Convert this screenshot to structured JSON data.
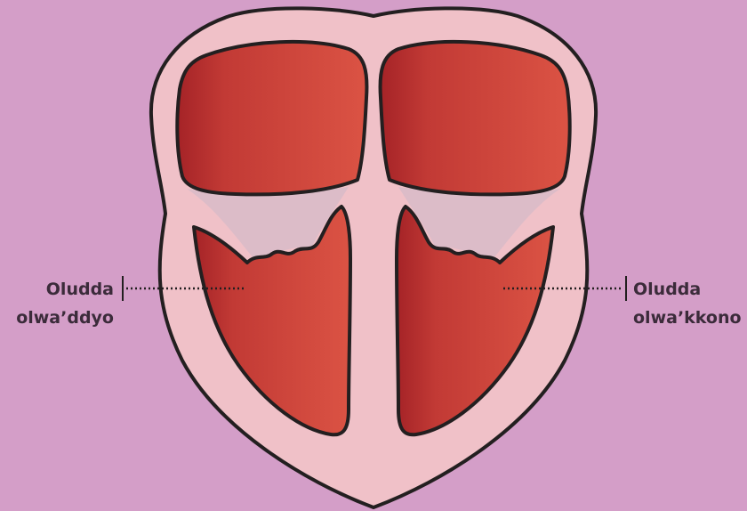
{
  "colors": {
    "background": "#d49ec8",
    "heart_wall": "#f0c1c8",
    "chamber_dark": "#a52327",
    "chamber_light": "#db5344",
    "valve": "#dcbcc8",
    "outline": "#231f20",
    "label_text": "#3b2b3a"
  },
  "labels": {
    "left": {
      "line1": "Oludda",
      "line2": "olwa’ddyo"
    },
    "right": {
      "line1": "Oludda",
      "line2": "olwa’kkono"
    }
  }
}
